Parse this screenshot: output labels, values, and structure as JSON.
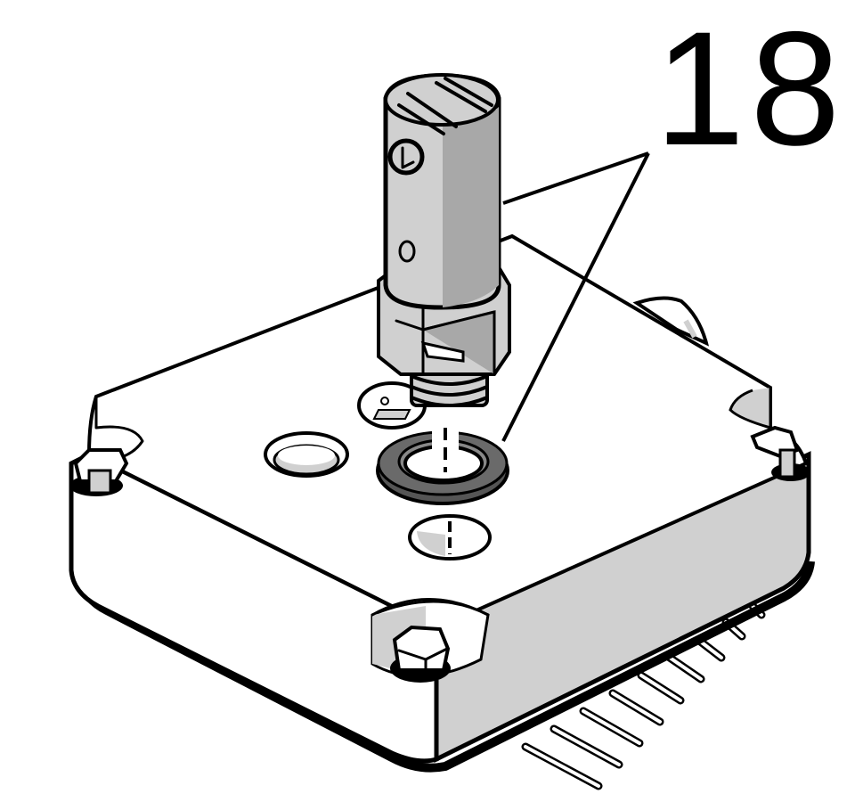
{
  "diagram": {
    "type": "exploded assembly view",
    "callout": {
      "number": "18",
      "target": "seal ring between sensor thread and valve body port",
      "leader_lines": 2
    },
    "parts": [
      {
        "name": "sensor",
        "description": "cylindrical proximity sensor with slotted top, side screw and hex nut"
      },
      {
        "name": "seal-ring",
        "description": "dark grey O-ring / sealing washer (item 18)"
      },
      {
        "name": "valve-body",
        "description": "square housing block with ports"
      },
      {
        "name": "port-left",
        "description": "open port on top face"
      },
      {
        "name": "port-center",
        "description": "port below seal ring"
      },
      {
        "name": "corner-bolts",
        "description": "hex bolts at corners"
      },
      {
        "name": "connector-pins",
        "description": "row of pins on lower right edge",
        "count": 10
      }
    ],
    "colors": {
      "line": "#000000",
      "shade_light": "#d0d0d0",
      "shade_mid": "#a8a8a8",
      "seal": "#555555",
      "background": "#ffffff"
    }
  }
}
